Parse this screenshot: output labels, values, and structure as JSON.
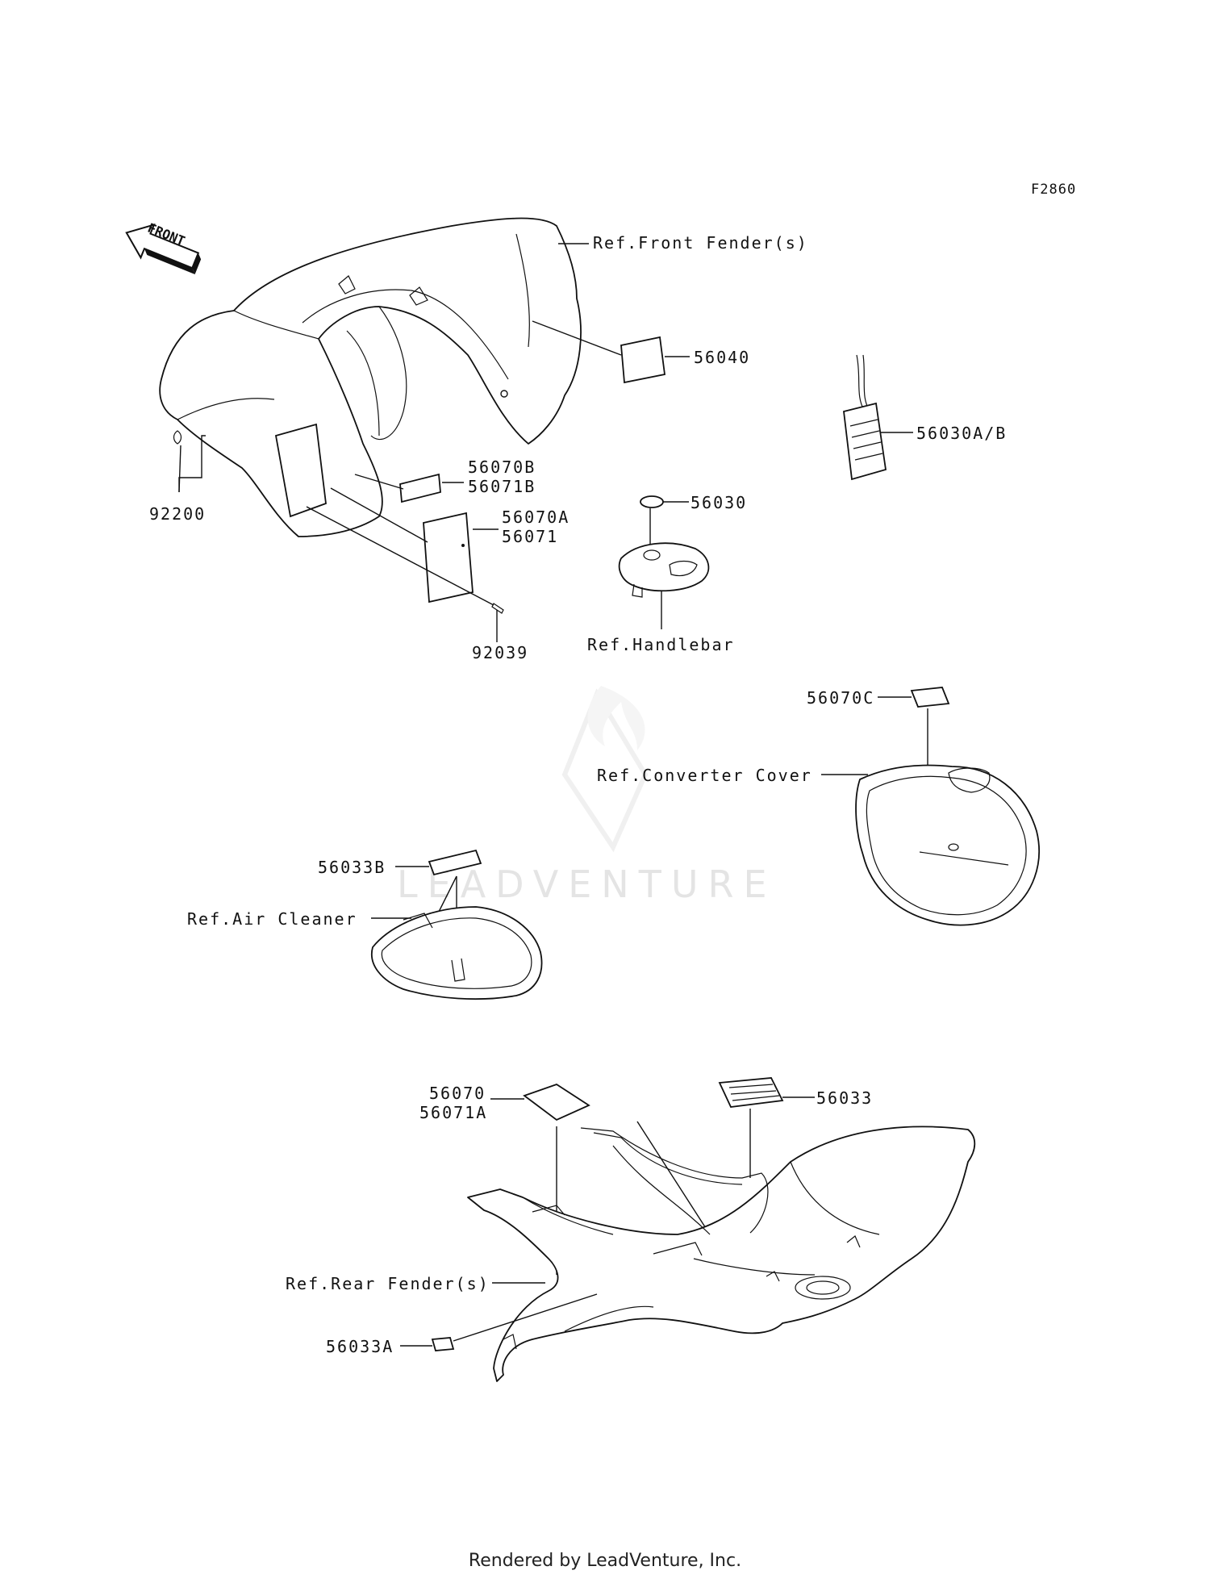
{
  "figure_code": "F2860",
  "front_arrow": "FRONT",
  "callouts": {
    "ref_front_fender": "Ref.Front Fender(s)",
    "p56040": "56040",
    "p56030ab": "56030A/B",
    "p56070b": "56070B",
    "p56071b": "56071B",
    "p56070a": "56070A",
    "p56071": "56071",
    "p92200": "92200",
    "p92039": "92039",
    "p56030": "56030",
    "ref_handlebar": "Ref.Handlebar",
    "p56070c": "56070C",
    "ref_converter_cover": "Ref.Converter Cover",
    "p56033b": "56033B",
    "ref_air_cleaner": "Ref.Air Cleaner",
    "p56070": "56070",
    "p56071a": "56071A",
    "p56033": "56033",
    "ref_rear_fender": "Ref.Rear Fender(s)",
    "p56033a": "56033A"
  },
  "watermark": "LEADVENTURE",
  "footer": "Rendered by LeadVenture, Inc."
}
